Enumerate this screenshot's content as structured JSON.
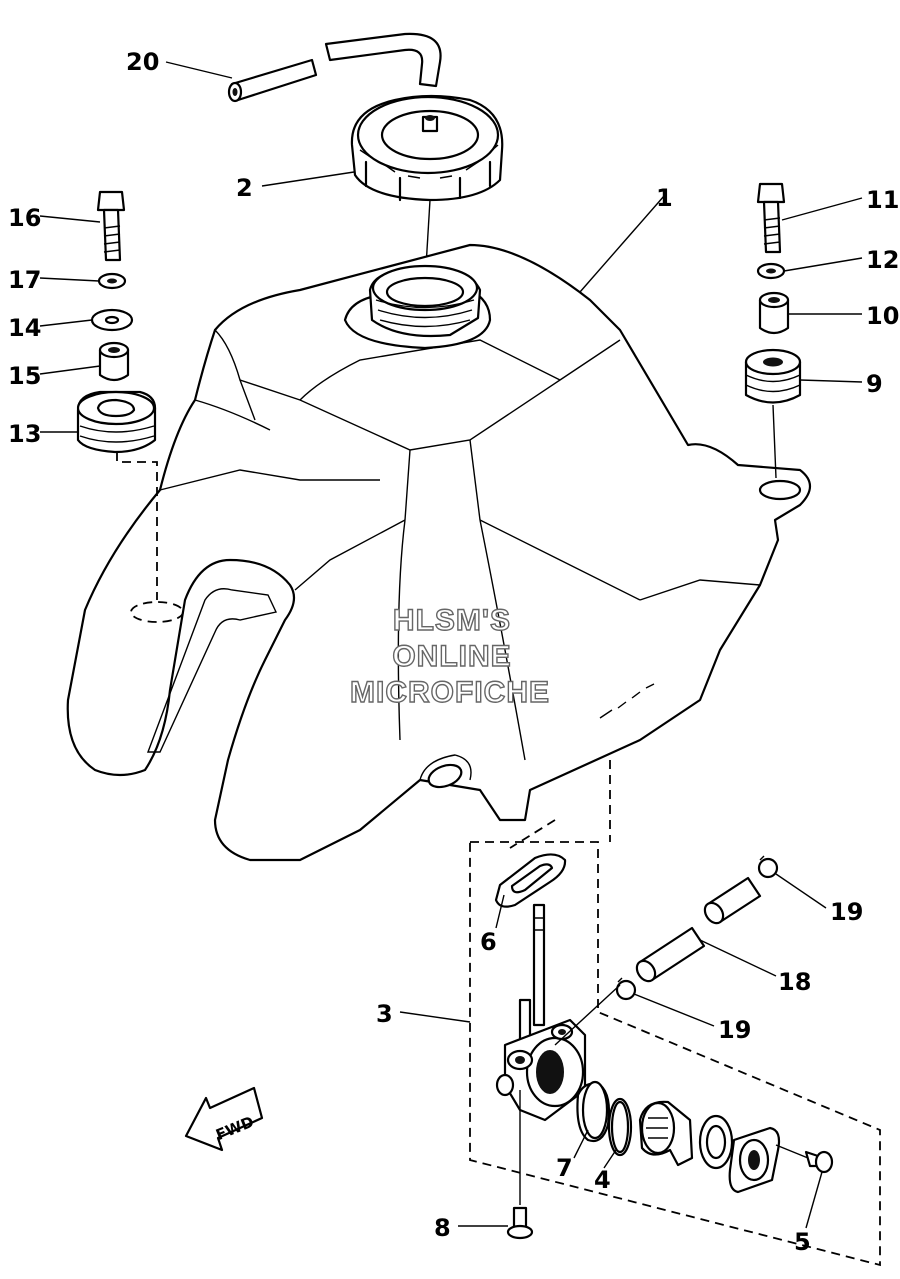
{
  "labels": [
    {
      "id": "callout-20",
      "text": "20"
    },
    {
      "id": "callout-2",
      "text": "2"
    },
    {
      "id": "callout-16",
      "text": "16"
    },
    {
      "id": "callout-17",
      "text": "17"
    },
    {
      "id": "callout-14",
      "text": "14"
    },
    {
      "id": "callout-15",
      "text": "15"
    },
    {
      "id": "callout-13",
      "text": "13"
    },
    {
      "id": "callout-1",
      "text": "1"
    },
    {
      "id": "callout-11",
      "text": "11"
    },
    {
      "id": "callout-12",
      "text": "12"
    },
    {
      "id": "callout-10",
      "text": "10"
    },
    {
      "id": "callout-9",
      "text": "9"
    },
    {
      "id": "callout-6",
      "text": "6"
    },
    {
      "id": "callout-3",
      "text": "3"
    },
    {
      "id": "callout-19a",
      "text": "19"
    },
    {
      "id": "callout-18",
      "text": "18"
    },
    {
      "id": "callout-19b",
      "text": "19"
    },
    {
      "id": "callout-7",
      "text": "7"
    },
    {
      "id": "callout-4",
      "text": "4"
    },
    {
      "id": "callout-5",
      "text": "5"
    },
    {
      "id": "callout-8",
      "text": "8"
    }
  ],
  "watermark": {
    "line1": "HLSM'S",
    "line2": "ONLINE",
    "line3": "MICROFICHE"
  },
  "fwd_arrow": {
    "text": "FWD"
  }
}
